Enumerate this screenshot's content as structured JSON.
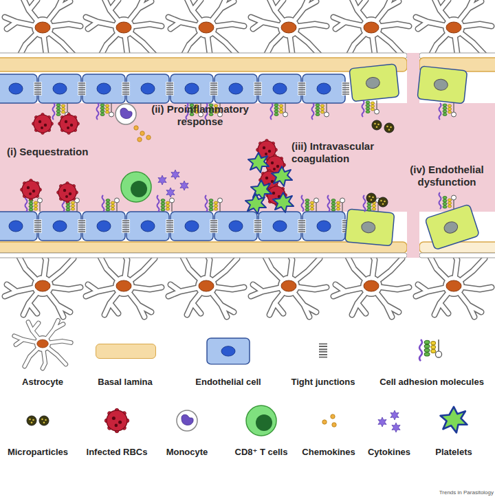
{
  "diagram": {
    "labels": [
      "(i) Sequestration",
      "(ii) Proinflammatory response",
      "(iii) Intravascular coagulation",
      "(iv) Endothelial dysfunction",
      "Trends in Parasitology"
    ],
    "legend": [
      {
        "text": "Astrocyte"
      },
      {
        "text": "Basal lamina",
        "color": "#f6dca6"
      },
      {
        "text": "Endothelial cell"
      },
      {
        "text": "Tight junctions"
      },
      {
        "text": "Cell adhesion molecules"
      },
      {
        "text": "Microparticles"
      },
      {
        "text": "Infected RBCs"
      },
      {
        "text": "Monocyte"
      },
      {
        "text": "CD8⁺ T cells"
      },
      {
        "text": "Chemokines"
      },
      {
        "text": "Cytokines"
      },
      {
        "text": "Platelets"
      }
    ]
  }
}
